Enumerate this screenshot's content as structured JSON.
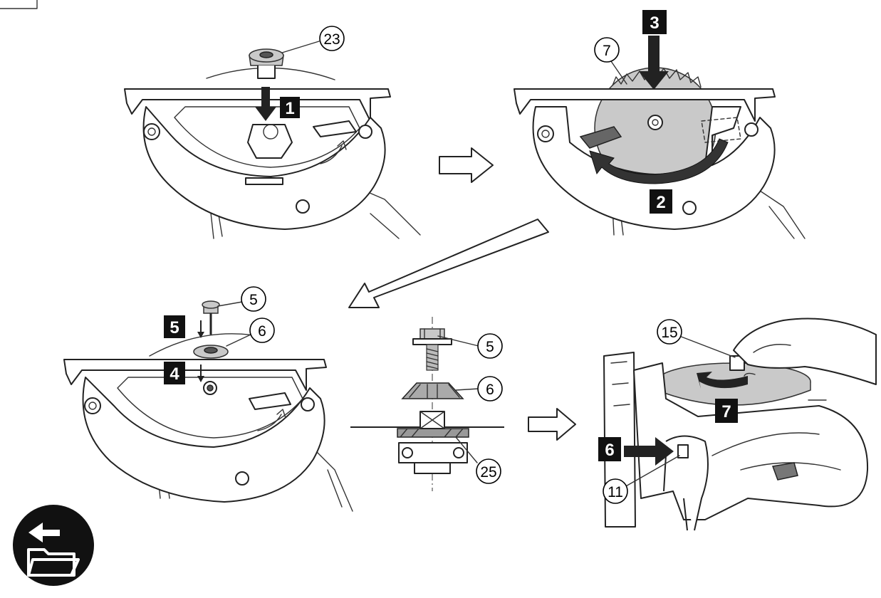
{
  "callouts": {
    "panel1_part": "23",
    "panel2_part": "7",
    "panel3_part_a": "5",
    "panel3_part_b": "6",
    "section_part_a": "5",
    "section_part_b": "6",
    "section_part_c": "25",
    "panel4_part_a": "15",
    "panel4_part_b": "11"
  },
  "steps": {
    "s1": "1",
    "s2": "2",
    "s3": "3",
    "s4": "4",
    "s5": "5",
    "s6": "6",
    "s7": "7"
  },
  "icons": {
    "nav": "back-to-folder-icon"
  }
}
